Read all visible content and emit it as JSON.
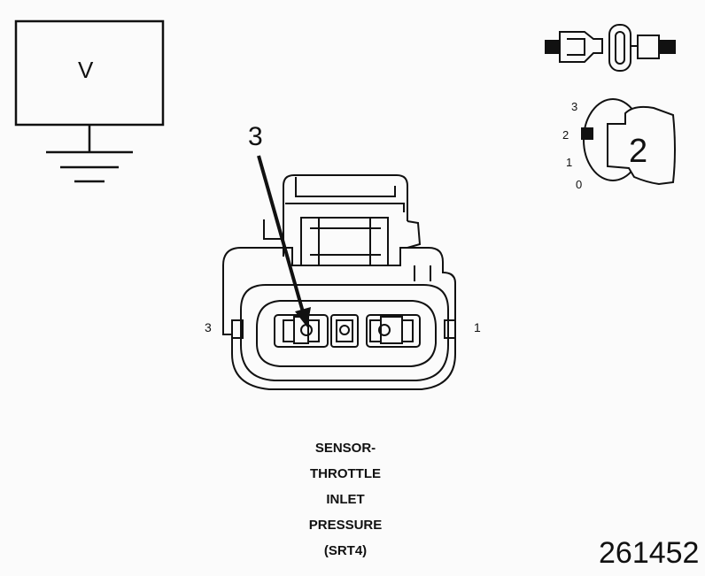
{
  "voltmeter": {
    "label": "V"
  },
  "callout": {
    "number": "3"
  },
  "connector": {
    "pin_left_label": "3",
    "pin_right_label": "1",
    "caption_lines": [
      "SENSOR-",
      "THROTTLE",
      "INLET",
      "PRESSURE",
      "(SRT4)"
    ]
  },
  "ignition_key": {
    "position_number": "2",
    "positions": [
      "3",
      "2",
      "1",
      "0"
    ]
  },
  "figure_id": "261452"
}
